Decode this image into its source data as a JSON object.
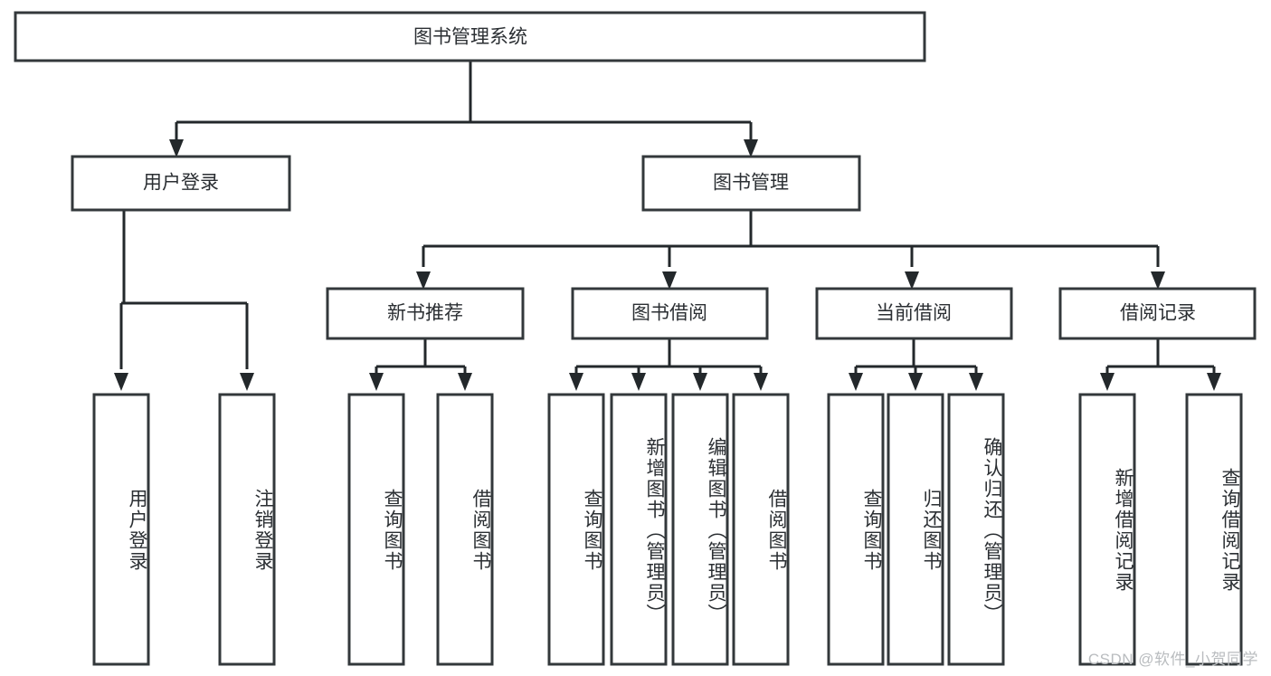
{
  "diagram": {
    "type": "hierarchy-tree",
    "title": "图书管理系统",
    "colors": {
      "box_stroke": "#33383b",
      "box_fill": "#ffffff",
      "connector": "#23282b",
      "text": "#2b2f33",
      "background": "#ffffff",
      "watermark": "#b9bcbf"
    },
    "root": {
      "label": "图书管理系统"
    },
    "level2": [
      {
        "label": "用户登录"
      },
      {
        "label": "图书管理"
      }
    ],
    "level3": [
      {
        "label": "新书推荐"
      },
      {
        "label": "图书借阅"
      },
      {
        "label": "当前借阅"
      },
      {
        "label": "借阅记录"
      }
    ],
    "leaves": {
      "user_login": [
        {
          "label": "用户登录"
        },
        {
          "label": "注销登录"
        }
      ],
      "new_book_recommend": [
        {
          "label": "查询图书"
        },
        {
          "label": "借阅图书"
        }
      ],
      "book_borrow": [
        {
          "label": "查询图书"
        },
        {
          "label": "新增图书（管理员）"
        },
        {
          "label": "编辑图书（管理员）"
        },
        {
          "label": "借阅图书"
        }
      ],
      "current_borrow": [
        {
          "label": "查询图书"
        },
        {
          "label": "归还图书"
        },
        {
          "label": "确认归还（管理员）"
        }
      ],
      "borrow_record": [
        {
          "label": "新增借阅记录"
        },
        {
          "label": "查询借阅记录"
        }
      ]
    }
  },
  "watermark": {
    "text": "CSDN @软件_小贺同学"
  }
}
